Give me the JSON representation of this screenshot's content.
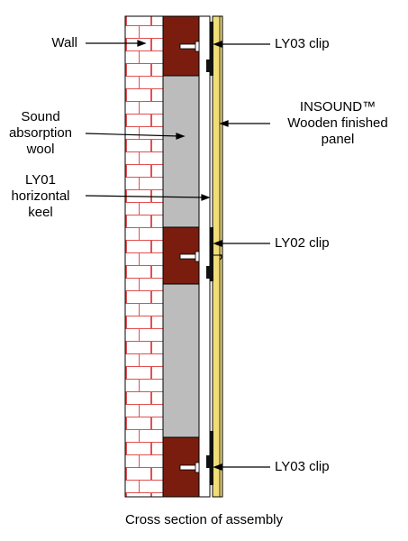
{
  "labels": {
    "wall": "Wall",
    "wool_1": "Sound",
    "wool_2": "absorption",
    "wool_3": "wool",
    "keel_1": "LY01",
    "keel_2": "horizontal",
    "keel_3": "keel",
    "clip_top": "LY03 clip",
    "panel_1": "INSOUND™",
    "panel_2": "Wooden finished",
    "panel_3": "panel",
    "clip_mid": "LY02 clip",
    "clip_bottom": "LY03 clip"
  },
  "caption": "Cross section of assembly",
  "colors": {
    "brick_mortar": "#e05050",
    "batten": "#7a1d0e",
    "wool": "#bcbcbc",
    "panel": "#f1dd78",
    "clip": "#111111"
  }
}
